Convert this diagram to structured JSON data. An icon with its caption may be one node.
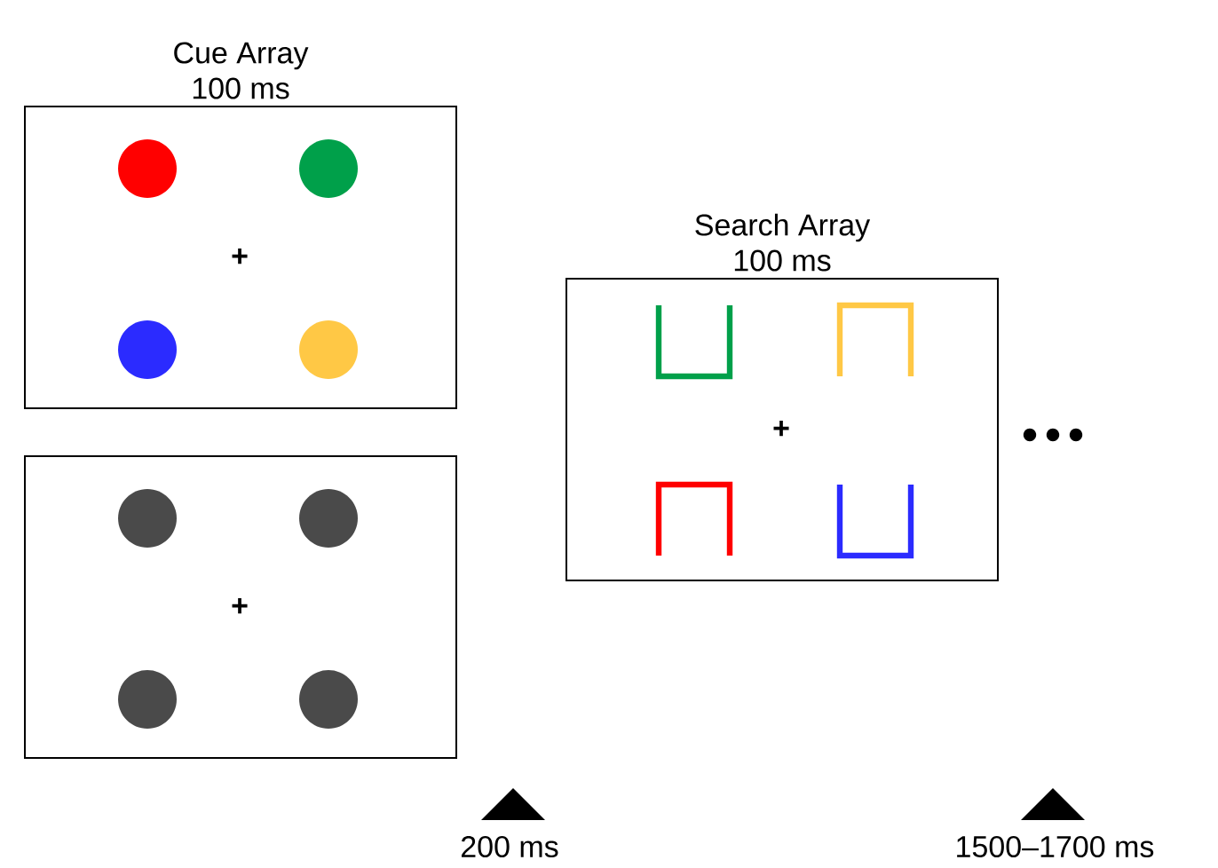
{
  "diagram": {
    "nodes": [
      {
        "text": [
          "Cue Array",
          "100 ms"
        ]
      },
      {
        "text": [],
        "shape": "box"
      },
      {
        "text": [
          "Search Array",
          "100 ms"
        ]
      }
    ],
    "labels": [
      "+",
      "+",
      "+",
      "200 ms",
      "1500–1700 ms"
    ]
  }
}
